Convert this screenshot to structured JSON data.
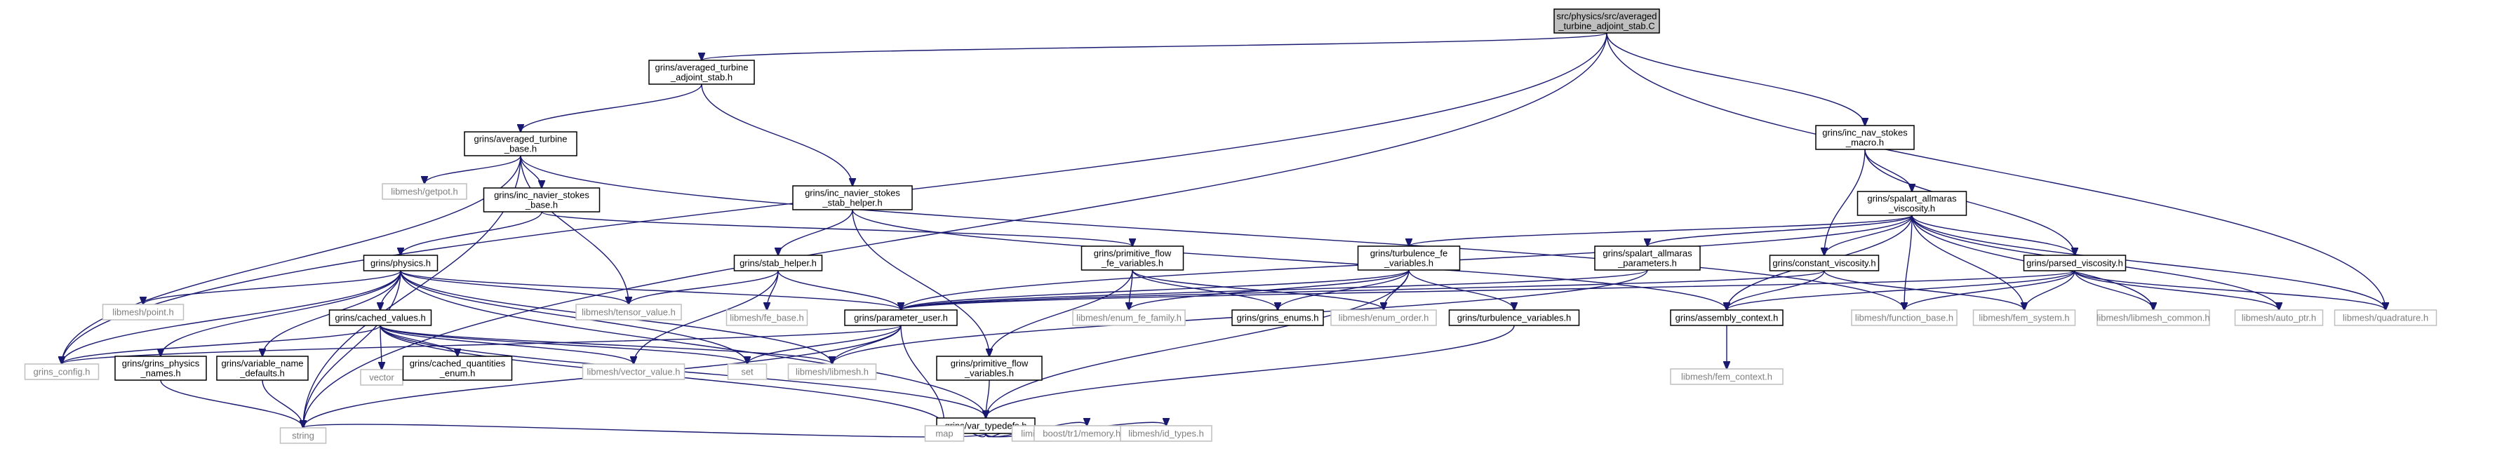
{
  "nodes": {
    "root": {
      "lines": [
        "src/physics/src/averaged",
        "_turbine_adjoint_stab.C"
      ],
      "kind": "root"
    },
    "ats_h": {
      "lines": [
        "grins/averaged_turbine",
        "_adjoint_stab.h"
      ],
      "kind": "internal"
    },
    "ins_macro": {
      "lines": [
        "grins/inc_nav_stokes",
        "_macro.h"
      ],
      "kind": "internal"
    },
    "atb_h": {
      "lines": [
        "grins/averaged_turbine",
        "_base.h"
      ],
      "kind": "internal"
    },
    "insh_h": {
      "lines": [
        "grins/inc_navier_stokes",
        "_stab_helper.h"
      ],
      "kind": "internal"
    },
    "sa_visc": {
      "lines": [
        "grins/spalart_allmaras",
        "_viscosity.h"
      ],
      "kind": "internal"
    },
    "getpot": {
      "lines": [
        "libmesh/getpot.h"
      ],
      "kind": "external"
    },
    "insb_h": {
      "lines": [
        "grins/inc_navier_stokes",
        "_base.h"
      ],
      "kind": "internal"
    },
    "pffv_h": {
      "lines": [
        "grins/primitive_flow",
        "_fe_variables.h"
      ],
      "kind": "internal"
    },
    "tfv_h": {
      "lines": [
        "grins/turbulence_fe",
        "_variables.h"
      ],
      "kind": "internal"
    },
    "sap_h": {
      "lines": [
        "grins/spalart_allmaras",
        "_parameters.h"
      ],
      "kind": "internal"
    },
    "cv_h": {
      "lines": [
        "grins/constant_viscosity.h"
      ],
      "kind": "internal"
    },
    "pv_h": {
      "lines": [
        "grins/parsed_viscosity.h"
      ],
      "kind": "internal"
    },
    "physics_h": {
      "lines": [
        "grins/physics.h"
      ],
      "kind": "internal"
    },
    "stab_h": {
      "lines": [
        "grins/stab_helper.h"
      ],
      "kind": "internal"
    },
    "point": {
      "lines": [
        "libmesh/point.h"
      ],
      "kind": "external"
    },
    "tensor": {
      "lines": [
        "libmesh/tensor_value.h"
      ],
      "kind": "external"
    },
    "cached_h": {
      "lines": [
        "grins/cached_values.h"
      ],
      "kind": "internal"
    },
    "fe_base": {
      "lines": [
        "libmesh/fe_base.h"
      ],
      "kind": "external"
    },
    "pu_h": {
      "lines": [
        "grins/parameter_user.h"
      ],
      "kind": "internal"
    },
    "enum_fe": {
      "lines": [
        "libmesh/enum_fe_family.h"
      ],
      "kind": "external"
    },
    "grins_enums": {
      "lines": [
        "grins/grins_enums.h"
      ],
      "kind": "internal"
    },
    "enum_order": {
      "lines": [
        "libmesh/enum_order.h"
      ],
      "kind": "external"
    },
    "turbv_h": {
      "lines": [
        "grins/turbulence_variables.h"
      ],
      "kind": "internal"
    },
    "ac_h": {
      "lines": [
        "grins/assembly_context.h"
      ],
      "kind": "internal"
    },
    "func_base": {
      "lines": [
        "libmesh/function_base.h"
      ],
      "kind": "external"
    },
    "fem_system": {
      "lines": [
        "libmesh/fem_system.h"
      ],
      "kind": "external"
    },
    "lm_common": {
      "lines": [
        "libmesh/libmesh_common.h"
      ],
      "kind": "external"
    },
    "auto_ptr": {
      "lines": [
        "libmesh/auto_ptr.h"
      ],
      "kind": "external"
    },
    "quadrature": {
      "lines": [
        "libmesh/quadrature.h"
      ],
      "kind": "external"
    },
    "vector": {
      "lines": [
        "vector"
      ],
      "kind": "external"
    },
    "pfv_h": {
      "lines": [
        "grins/primitive_flow",
        "_variables.h"
      ],
      "kind": "internal"
    },
    "grins_config": {
      "lines": [
        "grins_config.h"
      ],
      "kind": "external"
    },
    "gpn_h": {
      "lines": [
        "grins/grins_physics",
        "_names.h"
      ],
      "kind": "internal"
    },
    "vnd_h": {
      "lines": [
        "grins/variable_name",
        "_defaults.h"
      ],
      "kind": "internal"
    },
    "cqe_h": {
      "lines": [
        "grins/cached_quantities",
        "_enum.h"
      ],
      "kind": "internal"
    },
    "vec_val": {
      "lines": [
        "libmesh/vector_value.h"
      ],
      "kind": "external"
    },
    "set": {
      "lines": [
        "set"
      ],
      "kind": "external"
    },
    "libmesh_h": {
      "lines": [
        "libmesh/libmesh.h"
      ],
      "kind": "external"
    },
    "vt_h": {
      "lines": [
        "grins/var_typedefs.h"
      ],
      "kind": "internal"
    },
    "fem_context": {
      "lines": [
        "libmesh/fem_context.h"
      ],
      "kind": "external"
    },
    "map": {
      "lines": [
        "map"
      ],
      "kind": "external"
    },
    "string": {
      "lines": [
        "string"
      ],
      "kind": "external"
    },
    "limits": {
      "lines": [
        "limits"
      ],
      "kind": "external"
    },
    "boost_mem": {
      "lines": [
        "boost/tr1/memory.hpp"
      ],
      "kind": "external"
    },
    "id_types": {
      "lines": [
        "libmesh/id_types.h"
      ],
      "kind": "external"
    }
  },
  "edges": [
    [
      "root",
      "ats_h"
    ],
    [
      "root",
      "ins_macro"
    ],
    [
      "root",
      "grins_config"
    ],
    [
      "root",
      "string"
    ],
    [
      "root",
      "quadrature"
    ],
    [
      "ats_h",
      "atb_h"
    ],
    [
      "ats_h",
      "insh_h"
    ],
    [
      "ins_macro",
      "sa_visc"
    ],
    [
      "ins_macro",
      "cv_h"
    ],
    [
      "ins_macro",
      "pv_h"
    ],
    [
      "atb_h",
      "getpot"
    ],
    [
      "atb_h",
      "insb_h"
    ],
    [
      "atb_h",
      "tensor"
    ],
    [
      "atb_h",
      "grins_config"
    ],
    [
      "atb_h",
      "string"
    ],
    [
      "atb_h",
      "func_base"
    ],
    [
      "insh_h",
      "stab_h"
    ],
    [
      "insh_h",
      "pfv_h"
    ],
    [
      "insh_h",
      "ac_h"
    ],
    [
      "sa_visc",
      "tfv_h"
    ],
    [
      "sa_visc",
      "sap_h"
    ],
    [
      "sa_visc",
      "cv_h"
    ],
    [
      "sa_visc",
      "pv_h"
    ],
    [
      "sa_visc",
      "pu_h"
    ],
    [
      "sa_visc",
      "ac_h"
    ],
    [
      "sa_visc",
      "func_base"
    ],
    [
      "sa_visc",
      "fem_system"
    ],
    [
      "sa_visc",
      "lm_common"
    ],
    [
      "sa_visc",
      "auto_ptr"
    ],
    [
      "sa_visc",
      "quadrature"
    ],
    [
      "insb_h",
      "physics_h"
    ],
    [
      "insb_h",
      "pffv_h"
    ],
    [
      "pffv_h",
      "pfv_h"
    ],
    [
      "pffv_h",
      "enum_fe"
    ],
    [
      "pffv_h",
      "grins_enums"
    ],
    [
      "pffv_h",
      "enum_order"
    ],
    [
      "tfv_h",
      "pu_h"
    ],
    [
      "tfv_h",
      "turbv_h"
    ],
    [
      "tfv_h",
      "enum_fe"
    ],
    [
      "tfv_h",
      "grins_enums"
    ],
    [
      "tfv_h",
      "enum_order"
    ],
    [
      "tfv_h",
      "vt_h"
    ],
    [
      "sap_h",
      "pu_h"
    ],
    [
      "sap_h",
      "libmesh_h"
    ],
    [
      "cv_h",
      "pu_h"
    ],
    [
      "cv_h",
      "ac_h"
    ],
    [
      "cv_h",
      "fem_system"
    ],
    [
      "pv_h",
      "pu_h"
    ],
    [
      "pv_h",
      "ac_h"
    ],
    [
      "pv_h",
      "func_base"
    ],
    [
      "pv_h",
      "fem_system"
    ],
    [
      "pv_h",
      "lm_common"
    ],
    [
      "pv_h",
      "auto_ptr"
    ],
    [
      "pv_h",
      "quadrature"
    ],
    [
      "physics_h",
      "point"
    ],
    [
      "physics_h",
      "tensor"
    ],
    [
      "physics_h",
      "cached_h"
    ],
    [
      "physics_h",
      "pu_h"
    ],
    [
      "physics_h",
      "grins_config"
    ],
    [
      "physics_h",
      "gpn_h"
    ],
    [
      "physics_h",
      "vnd_h"
    ],
    [
      "physics_h",
      "set"
    ],
    [
      "physics_h",
      "libmesh_h"
    ],
    [
      "physics_h",
      "vt_h"
    ],
    [
      "physics_h",
      "string"
    ],
    [
      "stab_h",
      "tensor"
    ],
    [
      "stab_h",
      "fe_base"
    ],
    [
      "stab_h",
      "pu_h"
    ],
    [
      "stab_h",
      "vec_val"
    ],
    [
      "cached_h",
      "vector"
    ],
    [
      "cached_h",
      "cqe_h"
    ],
    [
      "cached_h",
      "vec_val"
    ],
    [
      "cached_h",
      "set"
    ],
    [
      "cached_h",
      "libmesh_h"
    ],
    [
      "cached_h",
      "vt_h"
    ],
    [
      "cached_h",
      "map"
    ],
    [
      "cached_h",
      "grins_config"
    ],
    [
      "pu_h",
      "grins_config"
    ],
    [
      "pu_h",
      "set"
    ],
    [
      "pu_h",
      "libmesh_h"
    ],
    [
      "pu_h",
      "map"
    ],
    [
      "pu_h",
      "string"
    ],
    [
      "turbv_h",
      "vt_h"
    ],
    [
      "ac_h",
      "fem_context"
    ],
    [
      "pfv_h",
      "vt_h"
    ],
    [
      "gpn_h",
      "string"
    ],
    [
      "vnd_h",
      "string"
    ],
    [
      "vt_h",
      "string"
    ],
    [
      "vt_h",
      "map"
    ],
    [
      "vt_h",
      "limits"
    ],
    [
      "vt_h",
      "boost_mem"
    ],
    [
      "vt_h",
      "id_types"
    ]
  ]
}
